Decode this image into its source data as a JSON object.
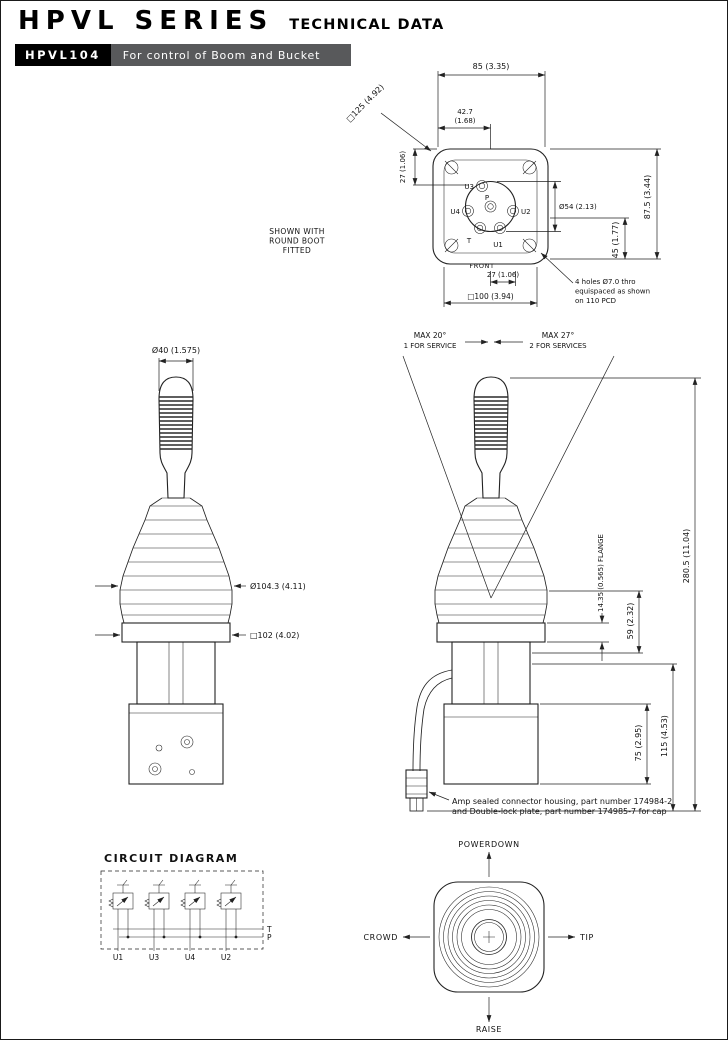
{
  "header": {
    "title": "HPVL SERIES",
    "subtitle": "TECHNICAL DATA",
    "model": "HPVL104",
    "model_desc": "For control of Boom and Bucket"
  },
  "colors": {
    "model_badge_bg": "#000000",
    "desc_badge_bg": "#58595b",
    "drawing_line": "#222222"
  },
  "flange_view": {
    "note1": "SHOWN WITH",
    "note2": "ROUND BOOT",
    "note3": "FITTED",
    "front_label": "FRONT",
    "dim_width": "85 (3.35)",
    "dim_square_outer": "□125 (4.92)",
    "dim_pitch_a": "42.7",
    "dim_pitch_b": "(1.68)",
    "dim_side": "27 (1.06)",
    "dim_circle": "Ø54 (2.13)",
    "dim_height_a": "87.5 (3.44)",
    "dim_height_b": "45 (1.77)",
    "dim_bottom": "27 (1.06)",
    "dim_square_inner": "□100 (3.94)",
    "holes_note1": "4 holes Ø7.0 thro",
    "holes_note2": "equispaced as shown",
    "holes_note3": "on 110 PCD",
    "ports": {
      "u3": "U3",
      "p": "P",
      "u4": "U4",
      "u2": "U2",
      "t": "T",
      "u1": "U1"
    }
  },
  "front_view": {
    "dim_handle": "Ø40 (1.575)",
    "dim_boot": "Ø104.3 (4.11)",
    "dim_plate": "□102 (4.02)"
  },
  "side_view": {
    "angle_left_a": "MAX 20°",
    "angle_left_b": "1 FOR SERVICE",
    "angle_right_a": "MAX 27°",
    "angle_right_b": "2 FOR SERVICES",
    "dim_total": "280.5 (11.04)",
    "dim_flange": "14.35 (0.565) FLANGE",
    "dim_upper": "59 (2.32)",
    "dim_lower": "115 (4.53)",
    "dim_body": "75 (2.95)",
    "connector_note1": "Amp sealed connector housing, part number 174984-2",
    "connector_note2": "and Double-lock plate, part number 174985-7 for cap"
  },
  "circuit": {
    "title": "CIRCUIT DIAGRAM",
    "t": "T",
    "p": "P",
    "u1": "U1",
    "u3": "U3",
    "u4": "U4",
    "u2": "U2"
  },
  "top_view": {
    "up": "POWERDOWN",
    "left": "CROWD",
    "right": "TIP",
    "down": "RAISE"
  }
}
